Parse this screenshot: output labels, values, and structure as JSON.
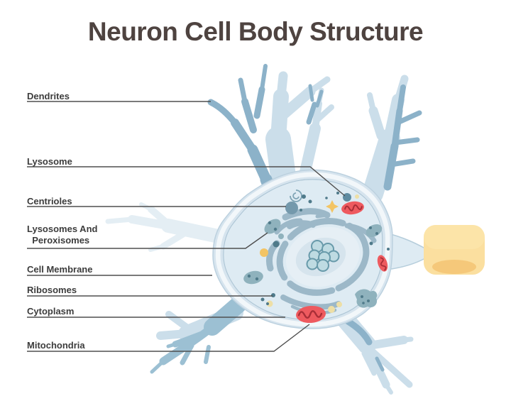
{
  "title": "Neuron Cell Body Structure",
  "labels": {
    "dendrites": "Dendrites",
    "lysosome": "Lysosome",
    "centrioles": "Centrioles",
    "lysosomes_peroxisomes": "Lysosomes And\n  Peroxisomes",
    "cell_membrane": "Cell Membrane",
    "ribosomes": "Ribosomes",
    "cytoplasm": "Cytoplasm",
    "mitochondria": "Mitochondria"
  },
  "colors": {
    "background": "#ffffff",
    "title_text": "#4e4340",
    "label_text": "#3c3c3c",
    "leader_line": "#4f4f4f",
    "dendrite_pale": "#e4eef4",
    "dendrite_light": "#cbdeea",
    "dendrite_blue": "#9cc0d3",
    "dendrite_dark": "#8cb2c9",
    "soma_fill": "#d6e4ee",
    "soma_outline": "#bcd1df",
    "membrane_band": "#f2f7fa",
    "cytoplasm_fill": "#deebf3",
    "er": "#9cb8c8",
    "nucleus_fill": "#e6eff5",
    "nucleus_splotch": "#d6e4ed",
    "nucleolus_fill": "#bedbe2",
    "nucleolus_stroke": "#689aaa",
    "organelle_teal": "#8fb2bd",
    "organelle_dot": "#4f7a8a",
    "mitochondria_red": "#ee5a5f",
    "mito_inner": "#a82e37",
    "vesicle_yellow": "#f3c464",
    "vesicle_pale": "#eedfa6",
    "spiral": "#7fa4b5",
    "centriole": "#7499ac",
    "lysosome_fill": "#5f8ba0",
    "myelin_yellow": "#fbdf9f",
    "myelin_shadow": "#f5c87a"
  }
}
